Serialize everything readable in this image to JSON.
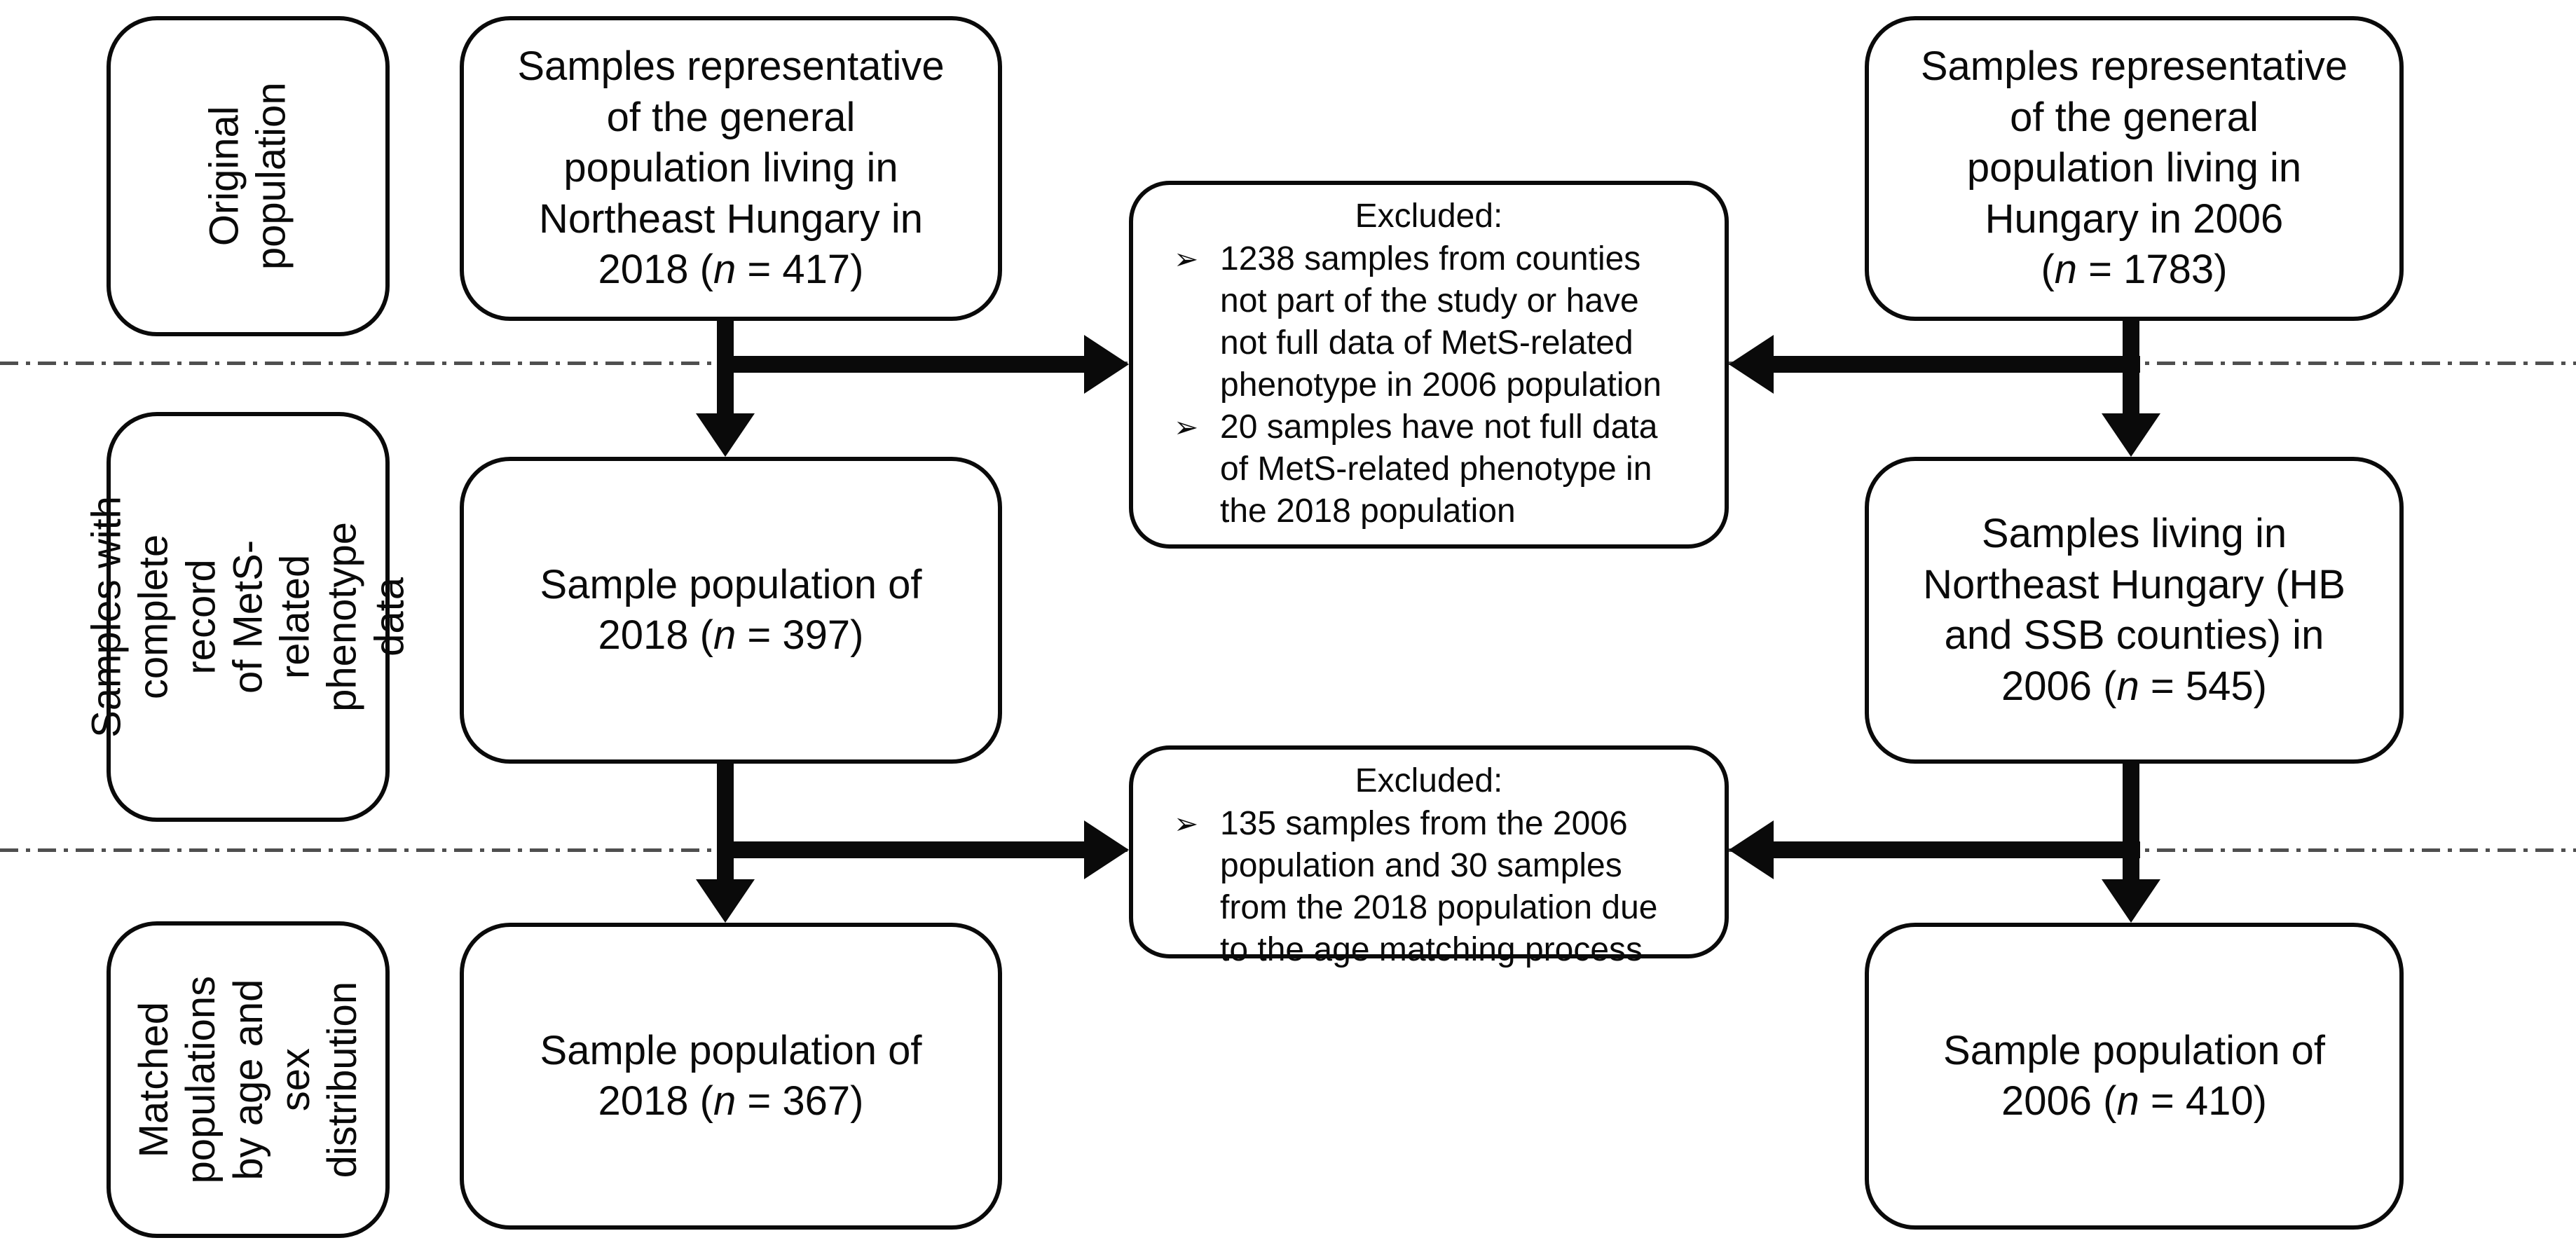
{
  "diagram": {
    "bullet_marker": "➢",
    "colors": {
      "line": "#0a0a0a",
      "divider": "#4f4f4f",
      "box_background": "#ffffff"
    },
    "row_labels": [
      "Original\npopulation",
      "Samples with\ncomplete record\nof MetS-related\nphenotype data",
      "Matched\npopulations\nby age and\nsex\ndistribution"
    ],
    "branch_2018": {
      "original": "Samples representative\nof the general\npopulation living in\nNortheast Hungary in\n2018 (*n* = 417)",
      "complete_record": "Sample population of\n2018 (*n* = 397)",
      "matched": "Sample population of\n2018 (*n* = 367)"
    },
    "branch_2006": {
      "original": "Samples representative\nof the general\npopulation living in\nHungary in 2006\n(*n* = 1783)",
      "complete_record": "Samples living in\nNortheast Hungary (HB\nand SSB counties) in\n2006 (*n* = 545)",
      "matched": "Sample population of\n2006 (*n* = 410)"
    },
    "exclusions": [
      {
        "title": "Excluded:",
        "items": [
          "1238 samples from counties\nnot part of the study or have\nnot full data of MetS-related\nphenotype in 2006 population",
          "20 samples have not full data\nof MetS-related phenotype in\nthe 2018 population"
        ]
      },
      {
        "title": "Excluded:",
        "items": [
          "135 samples from the 2006\npopulation and 30 samples\nfrom the 2018 population due\nto the age matching process"
        ]
      }
    ]
  }
}
